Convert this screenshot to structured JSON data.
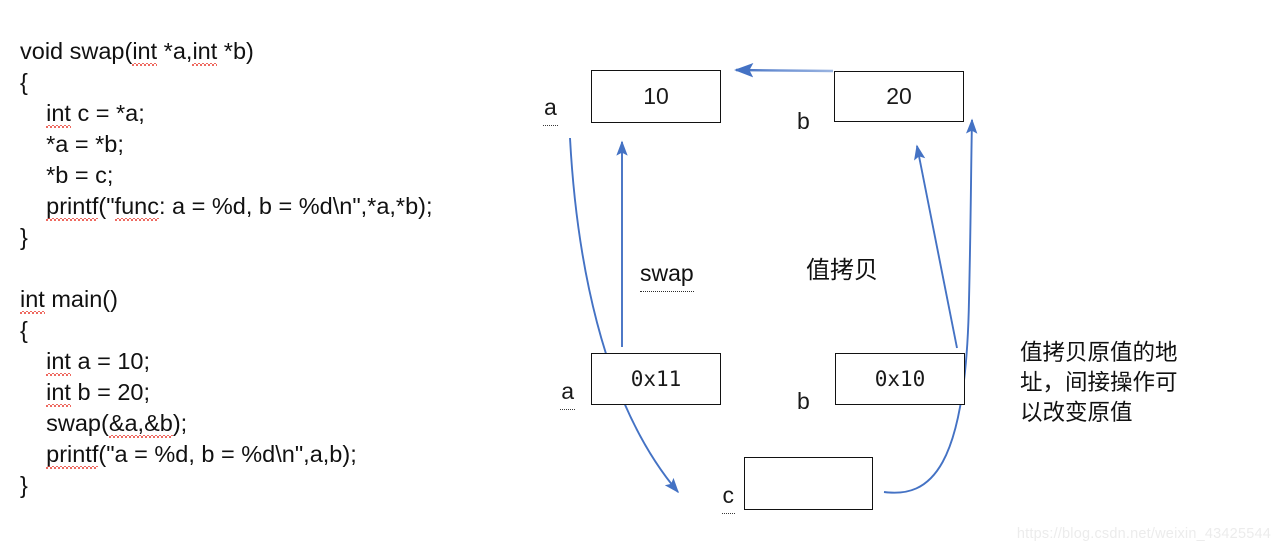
{
  "code": {
    "lines": [
      "void swap(int *a,int *b)",
      "{",
      "    int c = *a;",
      "    *a = *b;",
      "    *b = c;",
      "    printf(\"func: a = %d, b = %d\\n\",*a,*b);",
      "}",
      "",
      "int main()",
      "{",
      "    int a = 10;",
      "    int b = 20;",
      "    swap(&a,&b);",
      "    printf(\"a = %d, b = %d\\n\",a,b);",
      "}"
    ]
  },
  "diagram": {
    "boxes": [
      {
        "id": "box-a-value",
        "value": "10",
        "label": "a"
      },
      {
        "id": "box-b-value",
        "value": "20",
        "label": "b"
      },
      {
        "id": "box-a-addr",
        "value": "0x11",
        "label": "a"
      },
      {
        "id": "box-b-addr",
        "value": "0x10",
        "label": "b"
      },
      {
        "id": "box-c-temp",
        "value": "",
        "label": ""
      }
    ],
    "labels": {
      "a_top": "a",
      "b_top": "b",
      "a_bottom": "a",
      "b_bottom": "b",
      "c": "c"
    },
    "annotations": {
      "swap": "swap",
      "value_copy": "值拷贝",
      "note": "值拷贝原值的地址，间接操作可以改变原值"
    },
    "colors": {
      "arrow": "#4472C4",
      "box_border": "#121212",
      "text": "#111111",
      "squiggle": "#e8392e"
    }
  },
  "watermark": {
    "text": "https://blog.csdn.net/weixin_43425544"
  }
}
